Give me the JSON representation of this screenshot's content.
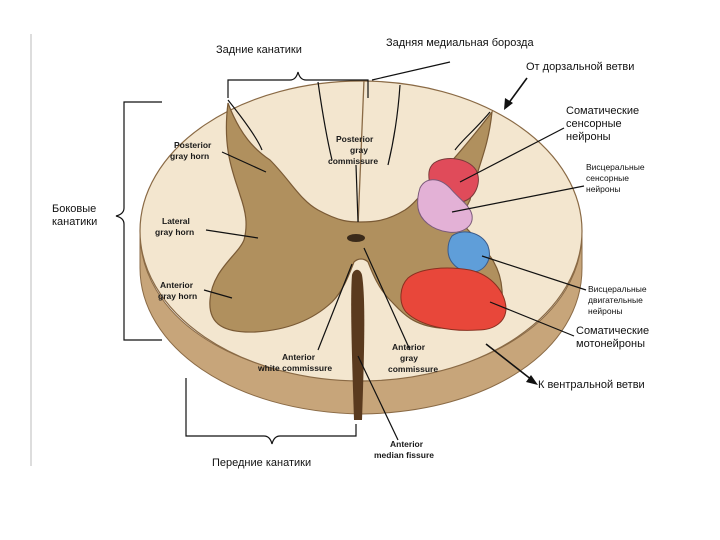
{
  "labels": {
    "posterior_funiculi": "Задние канатики",
    "posterior_median_sulcus": "Задняя медиальная борозда",
    "from_dorsal_branch": "От дорзальной ветви",
    "somatic_sensory": [
      "Соматические",
      "сенсорные",
      "нейроны"
    ],
    "visceral_sensory": [
      "Висцеральные",
      "сенсорные",
      "нейроны"
    ],
    "lateral_funiculi": [
      "Боковые",
      "канатики"
    ],
    "posterior_gray_horn": [
      "Posterior",
      "gray horn"
    ],
    "posterior_gray_commissure": [
      "Posterior",
      "gray",
      "commissure"
    ],
    "lateral_gray_horn": [
      "Lateral",
      "gray horn"
    ],
    "anterior_gray_horn": [
      "Anterior",
      "gray horn"
    ],
    "visceral_motor": [
      "Висцеральные",
      "двигательные",
      "нейроны"
    ],
    "somatic_motor": [
      "Соматические",
      "мотонейроны"
    ],
    "anterior_white_commissure": [
      "Anterior",
      "white commissure"
    ],
    "anterior_gray_commissure": [
      "Anterior",
      "gray",
      "commissure"
    ],
    "to_ventral_branch": "К вентральной ветви",
    "anterior_median_fissure": [
      "Anterior",
      "median fissure"
    ],
    "anterior_funiculi": "Передние канатики"
  },
  "colors": {
    "white_matter": "#f3e6cf",
    "cord_side": "#c7a57a",
    "gray_matter": "#b0905e",
    "somatic_sensory": "#e04b5a",
    "visceral_sensory": "#e3b1d6",
    "visceral_motor": "#5f9ed9",
    "somatic_motor": "#e8473a"
  }
}
